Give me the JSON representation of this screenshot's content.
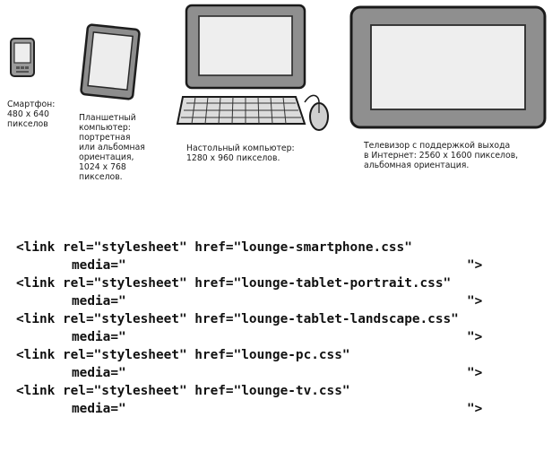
{
  "devices": [
    {
      "name": "smartphone",
      "caption": [
        "Смартфон:",
        "480 x 640",
        "пикселов"
      ]
    },
    {
      "name": "tablet",
      "caption": [
        "Планшетный",
        "компьютер:",
        "портретная",
        "или альбомная",
        "ориентация,",
        "1024 x 768",
        "пикселов."
      ]
    },
    {
      "name": "desktop",
      "caption": [
        "Настольный компьютер:",
        "1280 x 960 пикселов."
      ]
    },
    {
      "name": "tv",
      "caption": [
        "Телевизор с поддержкой выхода",
        "в Интернет: 2560 x 1600 пикселов,",
        "альбомная ориентация."
      ]
    }
  ],
  "code": {
    "links": [
      {
        "line": "<link rel=\"stylesheet\" href=\"lounge-smartphone.css\""
      },
      {
        "line": "<link rel=\"stylesheet\" href=\"lounge-tablet-portrait.css\""
      },
      {
        "line": "<link rel=\"stylesheet\" href=\"lounge-tablet-landscape.css\""
      },
      {
        "line": "<link rel=\"stylesheet\" href=\"lounge-pc.css\""
      },
      {
        "line": "<link rel=\"stylesheet\" href=\"lounge-tv.css\""
      }
    ],
    "media_open": "media=\"",
    "media_close": "\">"
  }
}
